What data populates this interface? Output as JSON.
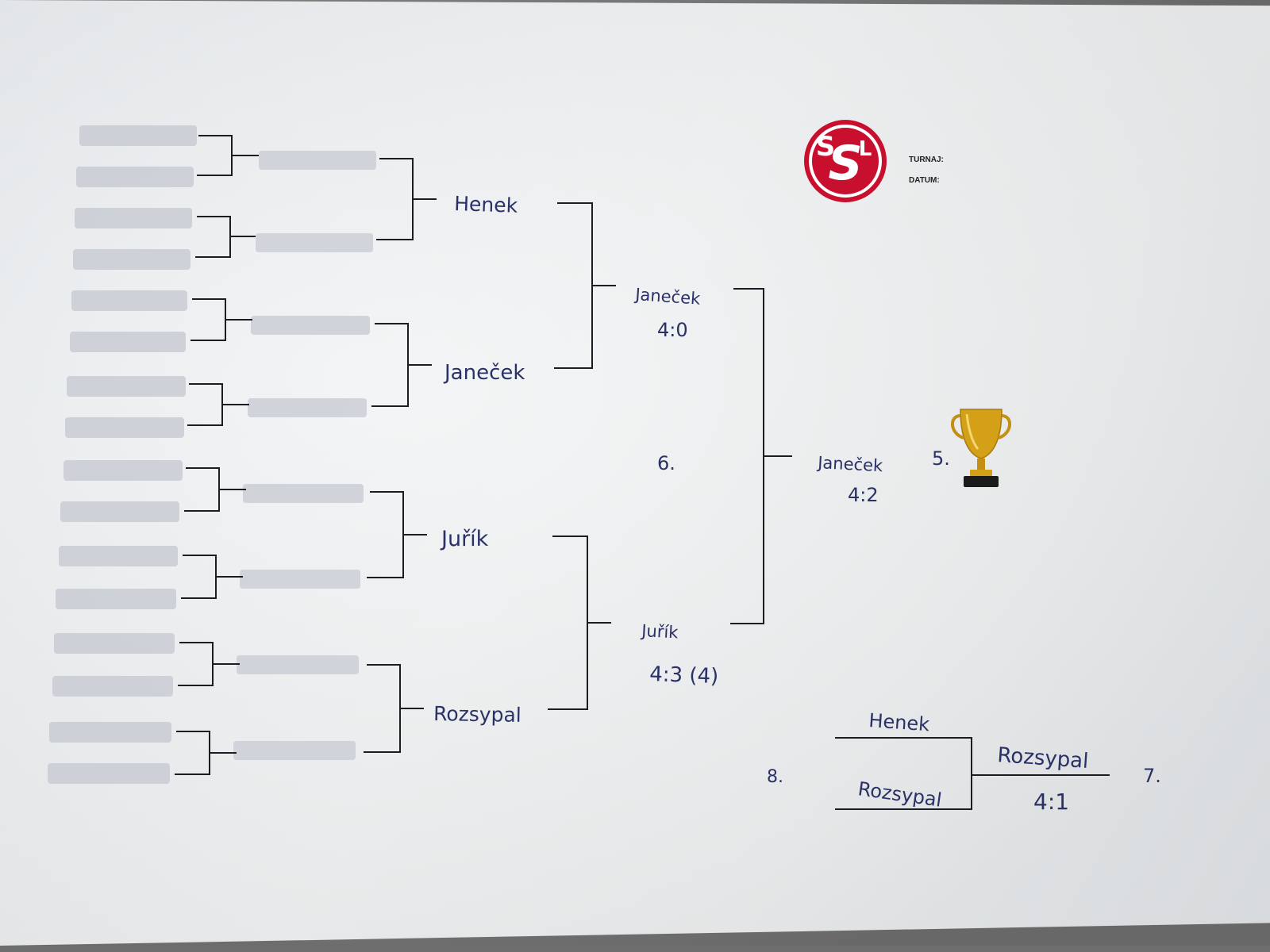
{
  "header": {
    "logo_text": "SSL",
    "tournament_label": "TURNAJ:",
    "date_label": "DATUM:"
  },
  "bracket": {
    "quarterfinal_winners": [
      "Henek",
      "Janeček",
      "Juřík",
      "Rozsypal"
    ],
    "semifinal_top": {
      "winner": "Janeček",
      "score": "4:0"
    },
    "semifinal_bottom": {
      "winner": "Juřík",
      "score": "4:3 (4)"
    },
    "middle_place": "6.",
    "final": {
      "winner": "Janeček",
      "score": "4:2",
      "place": "5."
    }
  },
  "placement_match": {
    "player_top": "Henek",
    "player_bottom": "Rozsypal",
    "winner": "Rozsypal",
    "score": "4:1",
    "loser_place": "8.",
    "winner_place": "7."
  },
  "colors": {
    "ink": "#2a3166",
    "lines": "#1c1c24",
    "logo_red": "#c8102e",
    "blurred_name": "#c9cdd4"
  },
  "icons": {
    "trophy": "trophy-icon"
  }
}
